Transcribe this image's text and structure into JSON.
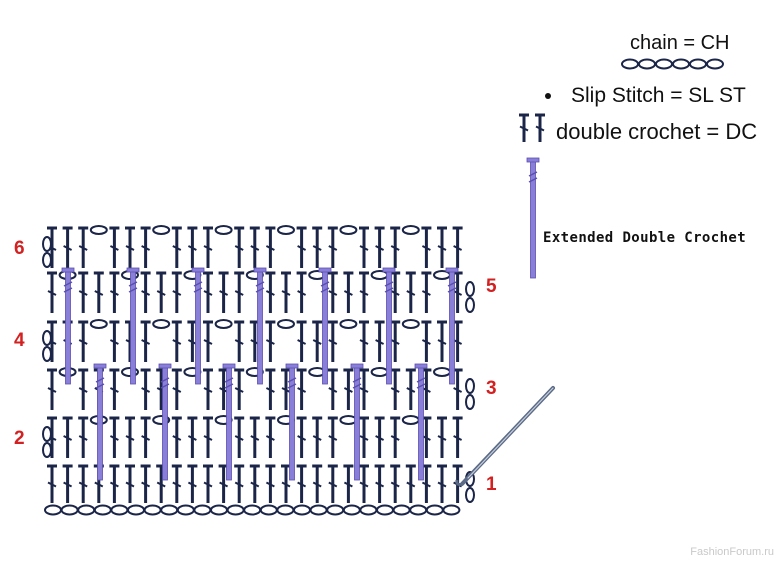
{
  "legend": {
    "chain": "chain = CH",
    "slip_stitch": "Slip Stitch = SL ST",
    "double_crochet": "double crochet = DC",
    "extended_double_crochet": "Extended Double Crochet"
  },
  "row_numbers": {
    "row1": "1",
    "row2": "2",
    "row3": "3",
    "row4": "4",
    "row5": "5",
    "row6": "6"
  },
  "watermark": "FashionForum.ru",
  "colors": {
    "stitch": "#1b2548",
    "extended_stitch": "#8a7fd8",
    "row_number": "#d32020",
    "hook": "#5b6a86"
  }
}
